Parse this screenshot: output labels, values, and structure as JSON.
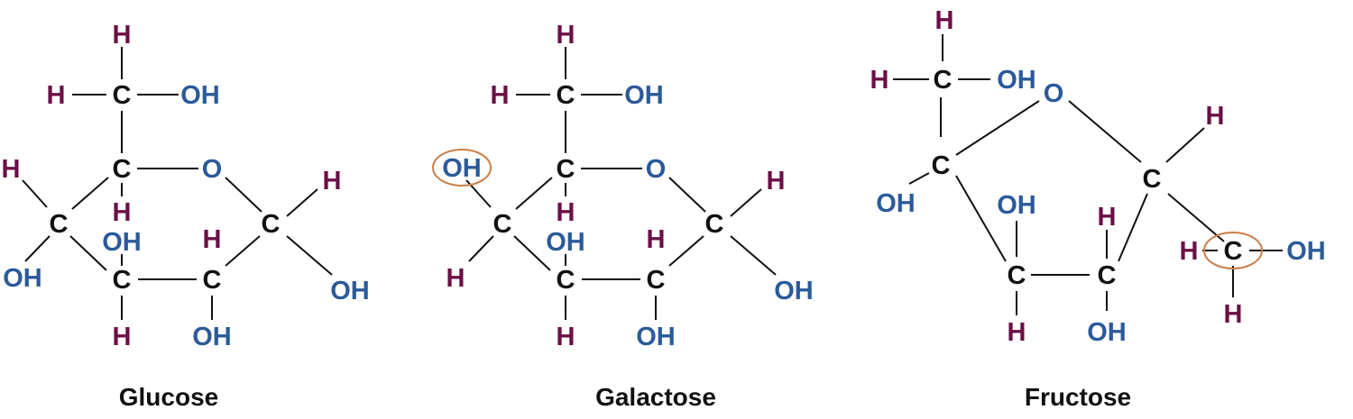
{
  "colors": {
    "C": "#111111",
    "H": "#6b0f45",
    "OH": "#2a5a9a",
    "O": "#2a5a9a",
    "highlight": "#c8804a"
  },
  "molecules": [
    {
      "name": "Glucose",
      "atoms": [
        "H",
        "C",
        "H",
        "OH",
        "C",
        "O",
        "C",
        "H",
        "OH",
        "H",
        "C",
        "OH",
        "H",
        "C",
        "H",
        "OH",
        "C",
        "H",
        "OH"
      ]
    },
    {
      "name": "Galactose",
      "atoms": [
        "H",
        "C",
        "H",
        "OH",
        "C",
        "O",
        "C",
        "OH",
        "H",
        "H",
        "C",
        "OH",
        "H",
        "C",
        "H",
        "OH",
        "C",
        "H",
        "OH"
      ]
    },
    {
      "name": "Fructose",
      "atoms": [
        "H",
        "C",
        "H",
        "OH",
        "C",
        "O",
        "OH",
        "C",
        "OH",
        "H",
        "C",
        "H",
        "OH",
        "C",
        "H",
        "C",
        "H",
        "OH",
        "H"
      ]
    }
  ]
}
